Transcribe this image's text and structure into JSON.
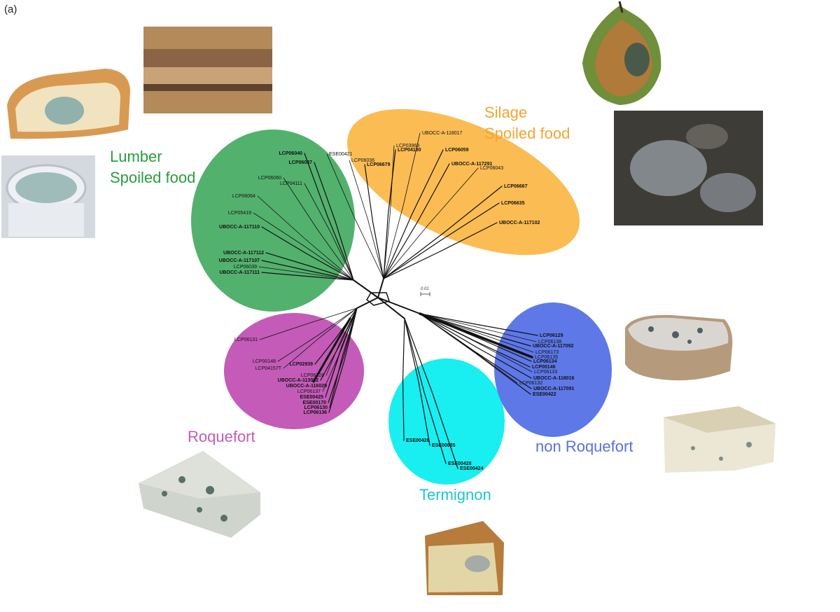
{
  "panel_label": "(a)",
  "scale_label": "0.01",
  "groups": [
    {
      "id": "lumber",
      "line1": "Lumber",
      "line2": "Spoiled food",
      "color": "#2a9d3f",
      "fill": "#4aad66"
    },
    {
      "id": "silage",
      "line1": "Silage",
      "line2": "Spoiled food",
      "color": "#f2a531",
      "fill": "#fbb84a"
    },
    {
      "id": "roquefort",
      "line1": "Roquefort",
      "line2": "",
      "color": "#c45bb8",
      "fill": "#c45bb8"
    },
    {
      "id": "termignon",
      "line1": "Termignon",
      "line2": "",
      "color": "#1cc6d3",
      "fill": "#19eef0"
    },
    {
      "id": "nonroquefort",
      "line1": "non Roquefort",
      "line2": "",
      "color": "#5a6fe0",
      "fill": "#5e78e8"
    }
  ],
  "leaves": {
    "lumber": [
      {
        "t": "LCP06040",
        "b": true
      },
      {
        "t": "LCP06037",
        "b": true
      },
      {
        "t": "LCP06060",
        "b": false
      },
      {
        "t": "LCP04111",
        "b": false
      },
      {
        "t": "LCP06064",
        "b": false
      },
      {
        "t": "LCP05419",
        "b": false
      },
      {
        "t": "UBOCC-A-117110",
        "b": true
      },
      {
        "t": "UBOCC-A-117112",
        "b": true
      },
      {
        "t": "UBOCC-A-117107",
        "b": true
      },
      {
        "t": "LCP06039",
        "b": false
      },
      {
        "t": "UBOCC-A-117111",
        "b": true
      }
    ],
    "silage": [
      {
        "t": "ESE00421",
        "b": false
      },
      {
        "t": "LCP06036",
        "b": false
      },
      {
        "t": "LCP06679",
        "b": true
      },
      {
        "t": "LCP03969",
        "b": false
      },
      {
        "t": "LCP04180",
        "b": true
      },
      {
        "t": "UBOCC-A-118017",
        "b": false
      },
      {
        "t": "LCP06059",
        "b": true
      },
      {
        "t": "UBOCC-A-117291",
        "b": true
      },
      {
        "t": "LCP06043",
        "b": false
      },
      {
        "t": "LCP06667",
        "b": true
      },
      {
        "t": "LCP06635",
        "b": true
      },
      {
        "t": "UBOCC-A-117102",
        "b": true
      }
    ],
    "roquefort": [
      {
        "t": "LCP06131",
        "b": false
      },
      {
        "t": "LCP00148",
        "b": false
      },
      {
        "t": "LCP04157T",
        "b": false
      },
      {
        "t": "LCP02939",
        "b": true
      },
      {
        "t": "LCP06128",
        "b": false
      },
      {
        "t": "UBOCC-A-113022",
        "b": true
      },
      {
        "t": "UBOCC-A-116029",
        "b": true
      },
      {
        "t": "LCP06137",
        "b": false
      },
      {
        "t": "ESE00425",
        "b": true
      },
      {
        "t": "ESE00170",
        "b": true
      },
      {
        "t": "LCP06130",
        "b": true
      },
      {
        "t": "LCP06136",
        "b": true
      }
    ],
    "termignon": [
      {
        "t": "ESE00426",
        "b": true
      },
      {
        "t": "ESE00685",
        "b": true
      },
      {
        "t": "ESE00428",
        "b": true
      },
      {
        "t": "ESE00424",
        "b": true
      }
    ],
    "nonroquefort": [
      {
        "t": "LCP06129",
        "b": true
      },
      {
        "t": "LCP06138",
        "b": false
      },
      {
        "t": "UBOCC-A-117092",
        "b": true
      },
      {
        "t": "LCP06173",
        "b": false
      },
      {
        "t": "LCP06135",
        "b": false
      },
      {
        "t": "LCP06134",
        "b": true
      },
      {
        "t": "LCP00146",
        "b": true
      },
      {
        "t": "LCP06133",
        "b": false
      },
      {
        "t": "UBOCC-A-118016",
        "b": true
      },
      {
        "t": "LCP06132",
        "b": false
      },
      {
        "t": "UBOCC-A-117091",
        "b": true
      },
      {
        "t": "ESE00422",
        "b": true
      }
    ]
  },
  "photos": [
    {
      "name": "moldy-bread-photo",
      "c1": "#c98a45",
      "c2": "#f1e3c0",
      "c3": "#7fa8a8"
    },
    {
      "name": "moldy-lumber-photo",
      "c1": "#b48a5a",
      "c2": "#7a5a3e",
      "c3": "#d6b07a"
    },
    {
      "name": "moldy-yogurt-photo",
      "c1": "#cfd6df",
      "c2": "#8fb0b2",
      "c3": "#eef0f3"
    },
    {
      "name": "rotten-apple-photo",
      "c1": "#6f8f3a",
      "c2": "#b07a3a",
      "c3": "#4a5a4a"
    },
    {
      "name": "moldy-silage-photo",
      "c1": "#4a4a44",
      "c2": "#9aa0a8",
      "c3": "#2e2a25"
    },
    {
      "name": "roquefort-cheese-photo",
      "c1": "#d8dcd6",
      "c2": "#5b6f6a",
      "c3": "#eceae3"
    },
    {
      "name": "termignon-cheese-photo",
      "c1": "#b77b3c",
      "c2": "#e3d6a6",
      "c3": "#8a98a8"
    },
    {
      "name": "blue-cheese-round-photo",
      "c1": "#d9d6d2",
      "c2": "#4d5f63",
      "c3": "#b59a7c"
    },
    {
      "name": "blue-cheese-wedge-photo",
      "c1": "#ece6d4",
      "c2": "#7b8f86",
      "c3": "#d9cfb3"
    }
  ]
}
